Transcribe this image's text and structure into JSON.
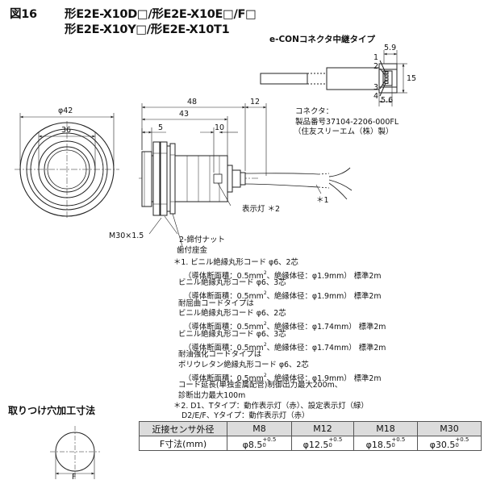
{
  "header": {
    "fig_label": "図16",
    "line1": "形E2E-X10D□/形E2E-X10E□/F□",
    "line2": "形E2E-X10Y□/形E2E-X10T1"
  },
  "econ": {
    "title": "e-CONコネクタ中継タイプ",
    "dim_5_9": "5.9",
    "dim_15": "15",
    "dim_5_6": "5.6",
    "pins": [
      "1",
      "2",
      "3",
      "4"
    ],
    "connector_label": "コネクタ：",
    "product_no": "製品番号37104-2206-000FL",
    "maker": "（住友スリーエム（株）製）"
  },
  "sensor": {
    "dia42": "φ42",
    "dia36": "36",
    "len48": "48",
    "len43": "43",
    "len12": "12",
    "len5": "5",
    "len10": "10",
    "thread": "M30×1.5",
    "nut": "2-締付ナット",
    "washer": "歯付座金",
    "lamp": "表示灯 ＊2",
    "cable_ref": "＊1"
  },
  "notes": {
    "n1_l1": "＊1. ビニル絶縁丸形コード φ6、2芯",
    "n1_l2": "（導体断面積：0.5mm",
    "n1_l2b": "、絶縁体径：φ1.9mm） 標準2m",
    "n1_l3": "ビニル絶縁丸形コード φ6、3芯",
    "n1_l4": "（導体断面積：0.5mm",
    "n1_l4b": "、絶縁体径：φ1.9mm） 標準2m",
    "n1_l5": "耐屈曲コードタイプは",
    "n1_l6": "ビニル絶縁丸形コード φ6、2芯",
    "n1_l7": "（導体断面積：0.5mm",
    "n1_l7b": "、絶縁体径：φ1.74mm） 標準2m",
    "n1_l8": "ビニル絶縁丸形コード φ6、3芯",
    "n1_l9": "（導体断面積：0.5mm",
    "n1_l9b": "、絶縁体径：φ1.74mm） 標準2m",
    "n1_l10": "耐油強化コードタイプは",
    "n1_l11": "ポリウレタン絶縁丸形コード φ6、2芯",
    "n1_l12": "（導体断面積：0.5mm",
    "n1_l12b": "、絶縁体径：φ1.9mm） 標準2m",
    "n1_l13": "コード延長(単独金属配管)制御出力最大200m、",
    "n1_l14": "診断出力最大100m",
    "n2_l1": "＊2. D1、Tタイプ：動作表示灯（赤）、設定表示灯（緑）",
    "n2_l2": "D2/E/F、Yタイプ：動作表示灯（赤）",
    "sq": "2"
  },
  "mounting": {
    "title": "取りつけ穴加工寸法",
    "f_label": "F"
  },
  "table": {
    "header": [
      "近接センサ外径",
      "M8",
      "M12",
      "M18",
      "M30"
    ],
    "row_label": "F寸法(mm)",
    "values": [
      "φ8.5",
      "φ12.5",
      "φ18.5",
      "φ30.5"
    ],
    "tol_plus": "+0.5",
    "tol_minus": "0"
  }
}
